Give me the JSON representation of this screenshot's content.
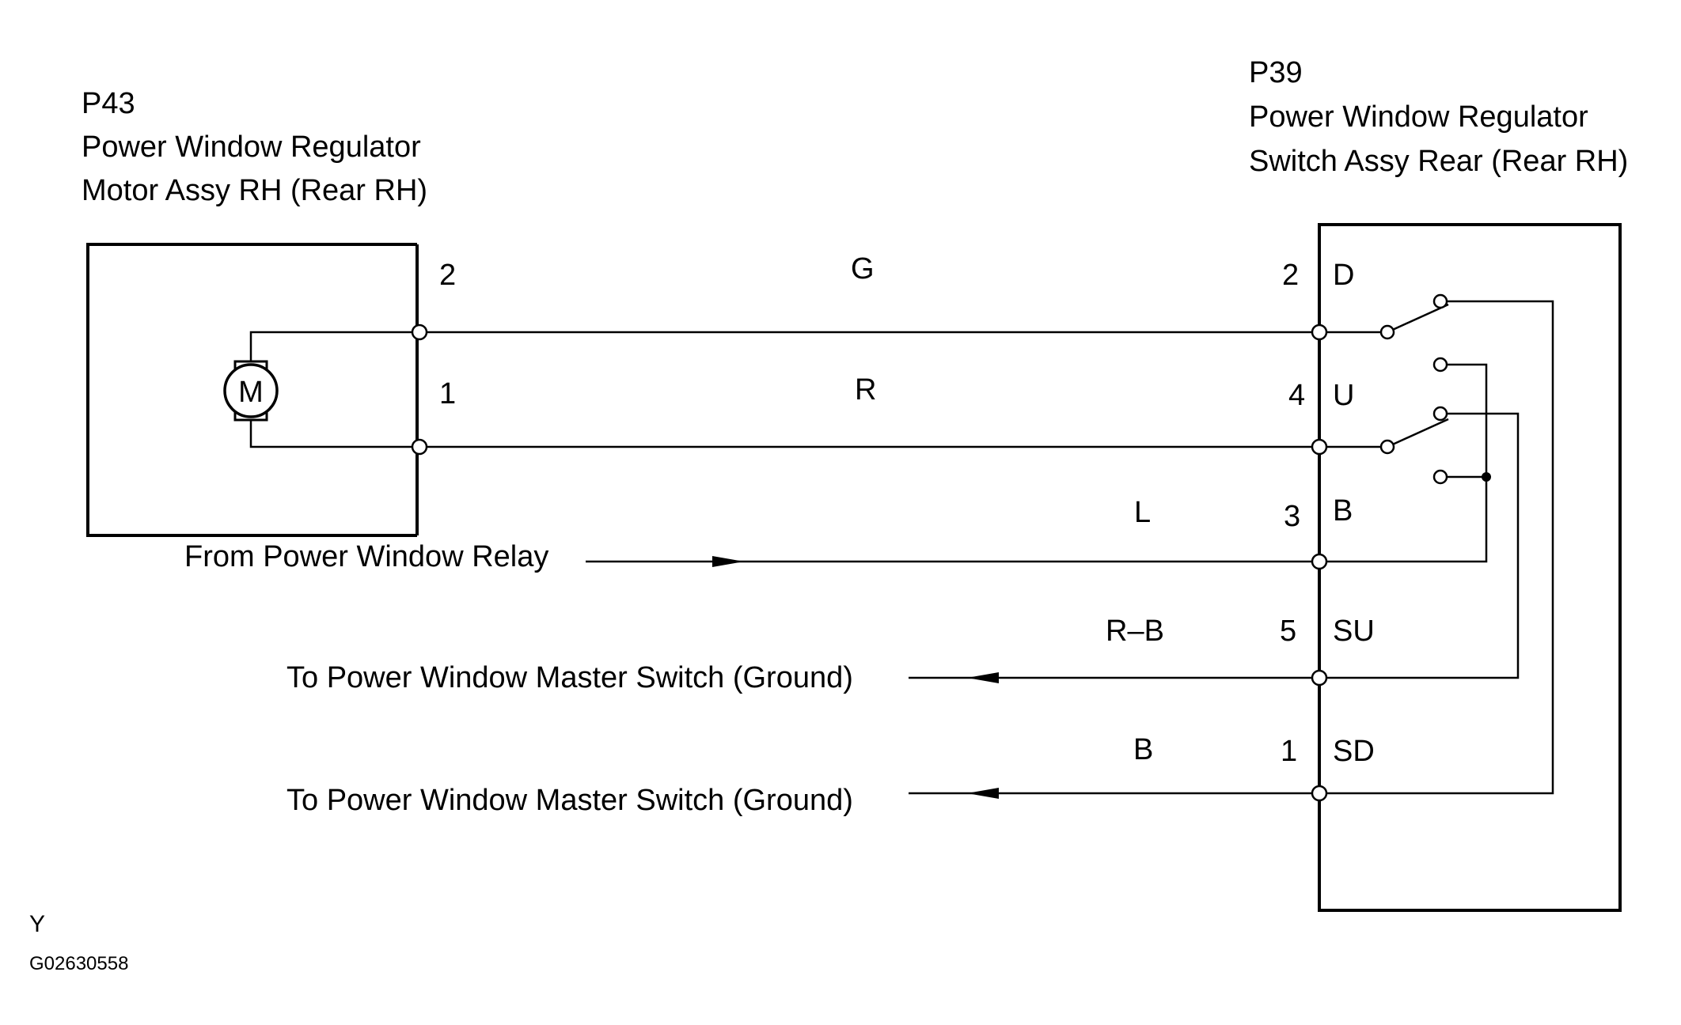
{
  "motor": {
    "connector": "P43",
    "name_line1": "Power Window Regulator",
    "name_line2": "Motor Assy RH (Rear RH)",
    "symbol": "M",
    "pins": [
      "2",
      "1"
    ]
  },
  "switch": {
    "connector": "P39",
    "name_line1": "Power Window Regulator",
    "name_line2": "Switch Assy Rear (Rear RH)",
    "pins": [
      {
        "number": "2",
        "label": "D"
      },
      {
        "number": "4",
        "label": "U"
      },
      {
        "number": "3",
        "label": "B"
      },
      {
        "number": "5",
        "label": "SU"
      },
      {
        "number": "1",
        "label": "SD"
      }
    ]
  },
  "wires": {
    "colors": [
      "G",
      "R",
      "L",
      "R–B",
      "B"
    ]
  },
  "external": {
    "from_relay": "From Power Window Relay",
    "to_master_1": "To Power Window Master Switch (Ground)",
    "to_master_2": "To Power Window Master Switch (Ground)"
  },
  "footer": {
    "letter": "Y",
    "code": "G02630558"
  }
}
